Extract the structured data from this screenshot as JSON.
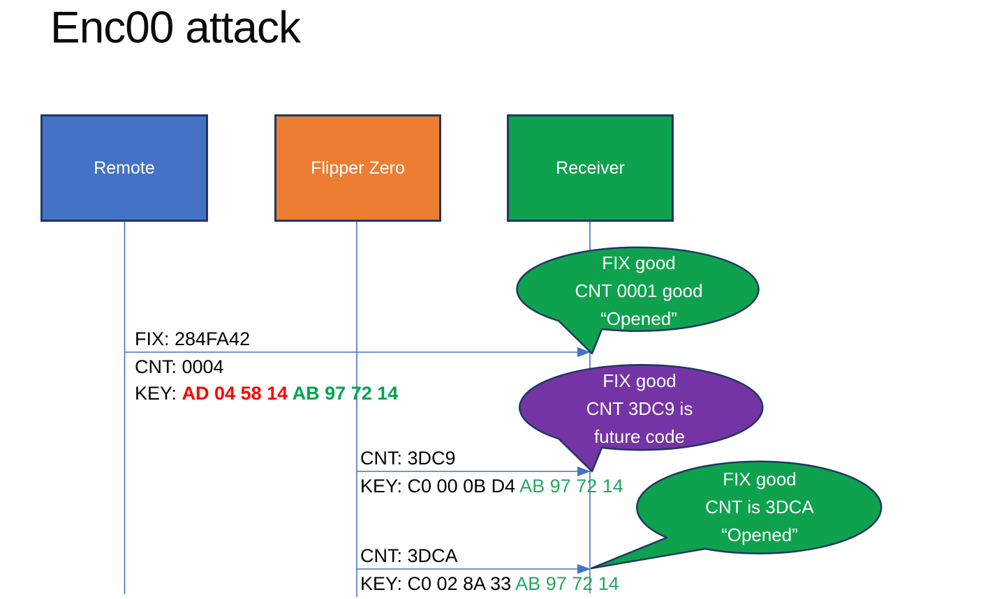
{
  "title": "Enc00 attack",
  "colors": {
    "box_border": "#1F3864",
    "line_blue": "#4472C4",
    "remote_fill": "#4472C4",
    "flipper_fill": "#ED7D31",
    "receiver_fill": "#0EA24E",
    "callout_green": "#0EA24E",
    "callout_purple": "#7534A5",
    "key_red": "#FF0000",
    "key_green_bold": "#00A44F",
    "key_green": "#22A95C",
    "text_black": "#000000",
    "label_white": "#FFFFFF"
  },
  "actors": [
    {
      "label": "Remote",
      "fill": "#4472C4"
    },
    {
      "label": "Flipper Zero",
      "fill": "#ED7D31"
    },
    {
      "label": "Receiver",
      "fill": "#0EA24E"
    }
  ],
  "messages": [
    {
      "from": "Remote",
      "to": "Receiver",
      "above": "FIX: 284FA42",
      "below_line1": "CNT: 0004",
      "key_label": "KEY: ",
      "key_changing": "AD 04 58 14 ",
      "key_fixed": "AB 97 72 14"
    },
    {
      "from": "Flipper Zero",
      "to": "Receiver",
      "above": "CNT: 3DC9",
      "key_label": "KEY: C0 00 0B D4 ",
      "key_fixed": "AB 97 72 14"
    },
    {
      "from": "Flipper Zero",
      "to": "Receiver",
      "above": "CNT: 3DCA",
      "key_label": "KEY: C0 02 8A 33 ",
      "key_fixed": "AB 97 72 14"
    }
  ],
  "callouts": [
    {
      "fill": "#0EA24E",
      "line1": "FIX good",
      "line2": "CNT 0001 good",
      "line3": "“Opened”"
    },
    {
      "fill": "#7534A5",
      "line1": "FIX good",
      "line2": "CNT 3DC9 is",
      "line3": "future code"
    },
    {
      "fill": "#0EA24E",
      "line1": "FIX good",
      "line2": "CNT is 3DCA",
      "line3": "“Opened”"
    }
  ]
}
